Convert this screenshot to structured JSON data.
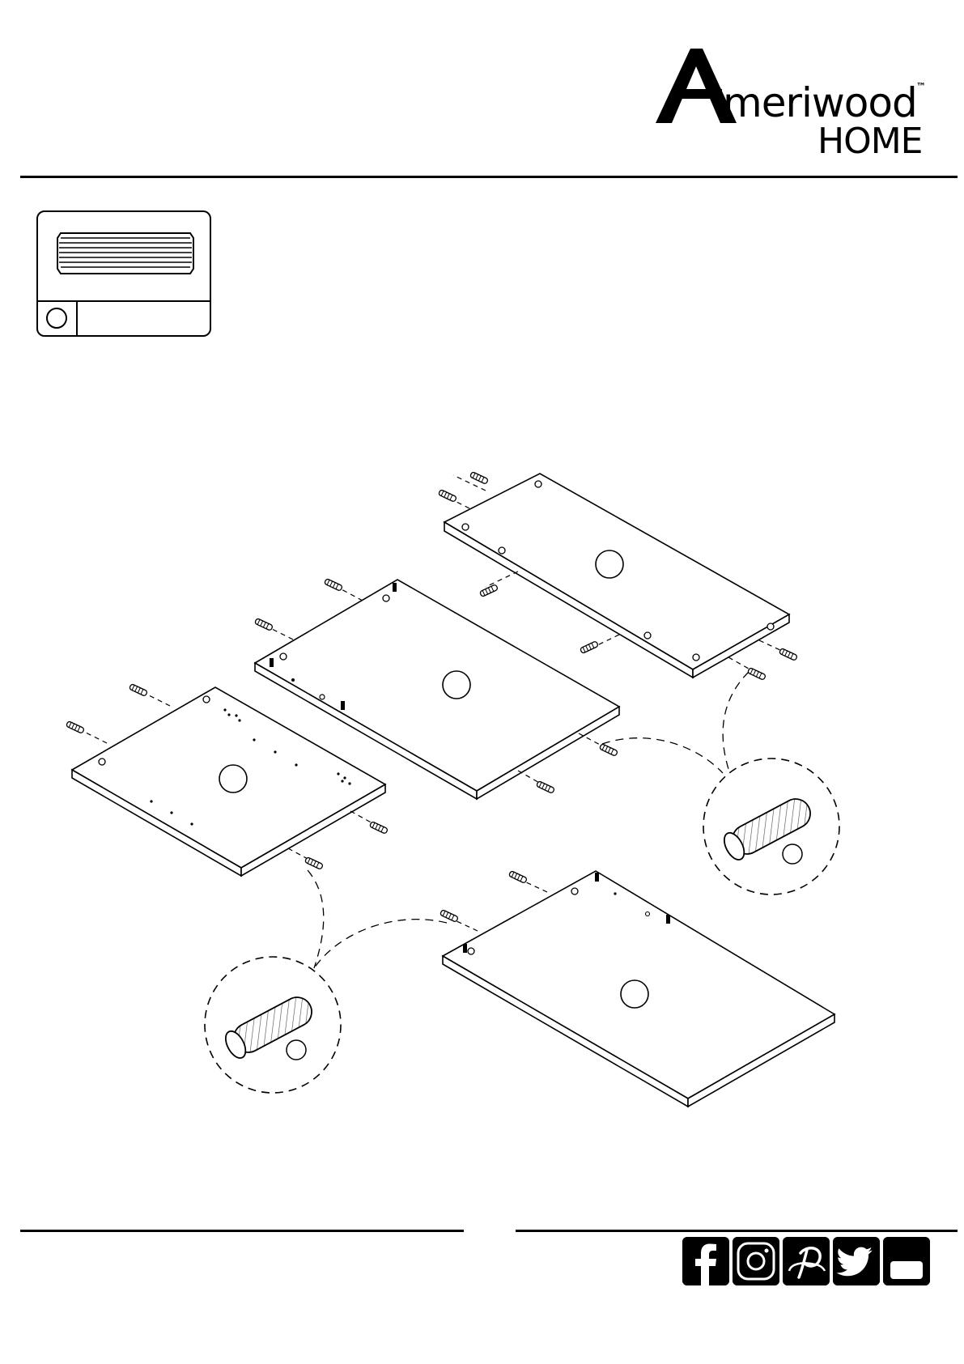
{
  "brand": {
    "name_part": "meriwood",
    "trademark": "™",
    "sub": "HOME",
    "logo_letter": "A"
  },
  "hardware": {
    "icon": "wood-dowel-icon",
    "part_letter": "",
    "quantity": ""
  },
  "assembly": {
    "panel_labels": [
      "",
      "",
      "",
      ""
    ],
    "detail_labels": [
      "",
      ""
    ]
  },
  "social": {
    "icons": [
      "facebook-icon",
      "instagram-icon",
      "pinterest-icon",
      "twitter-icon",
      "youtube-icon"
    ]
  },
  "colors": {
    "ink": "#000000",
    "paper": "#ffffff",
    "hatch": "#555555"
  }
}
